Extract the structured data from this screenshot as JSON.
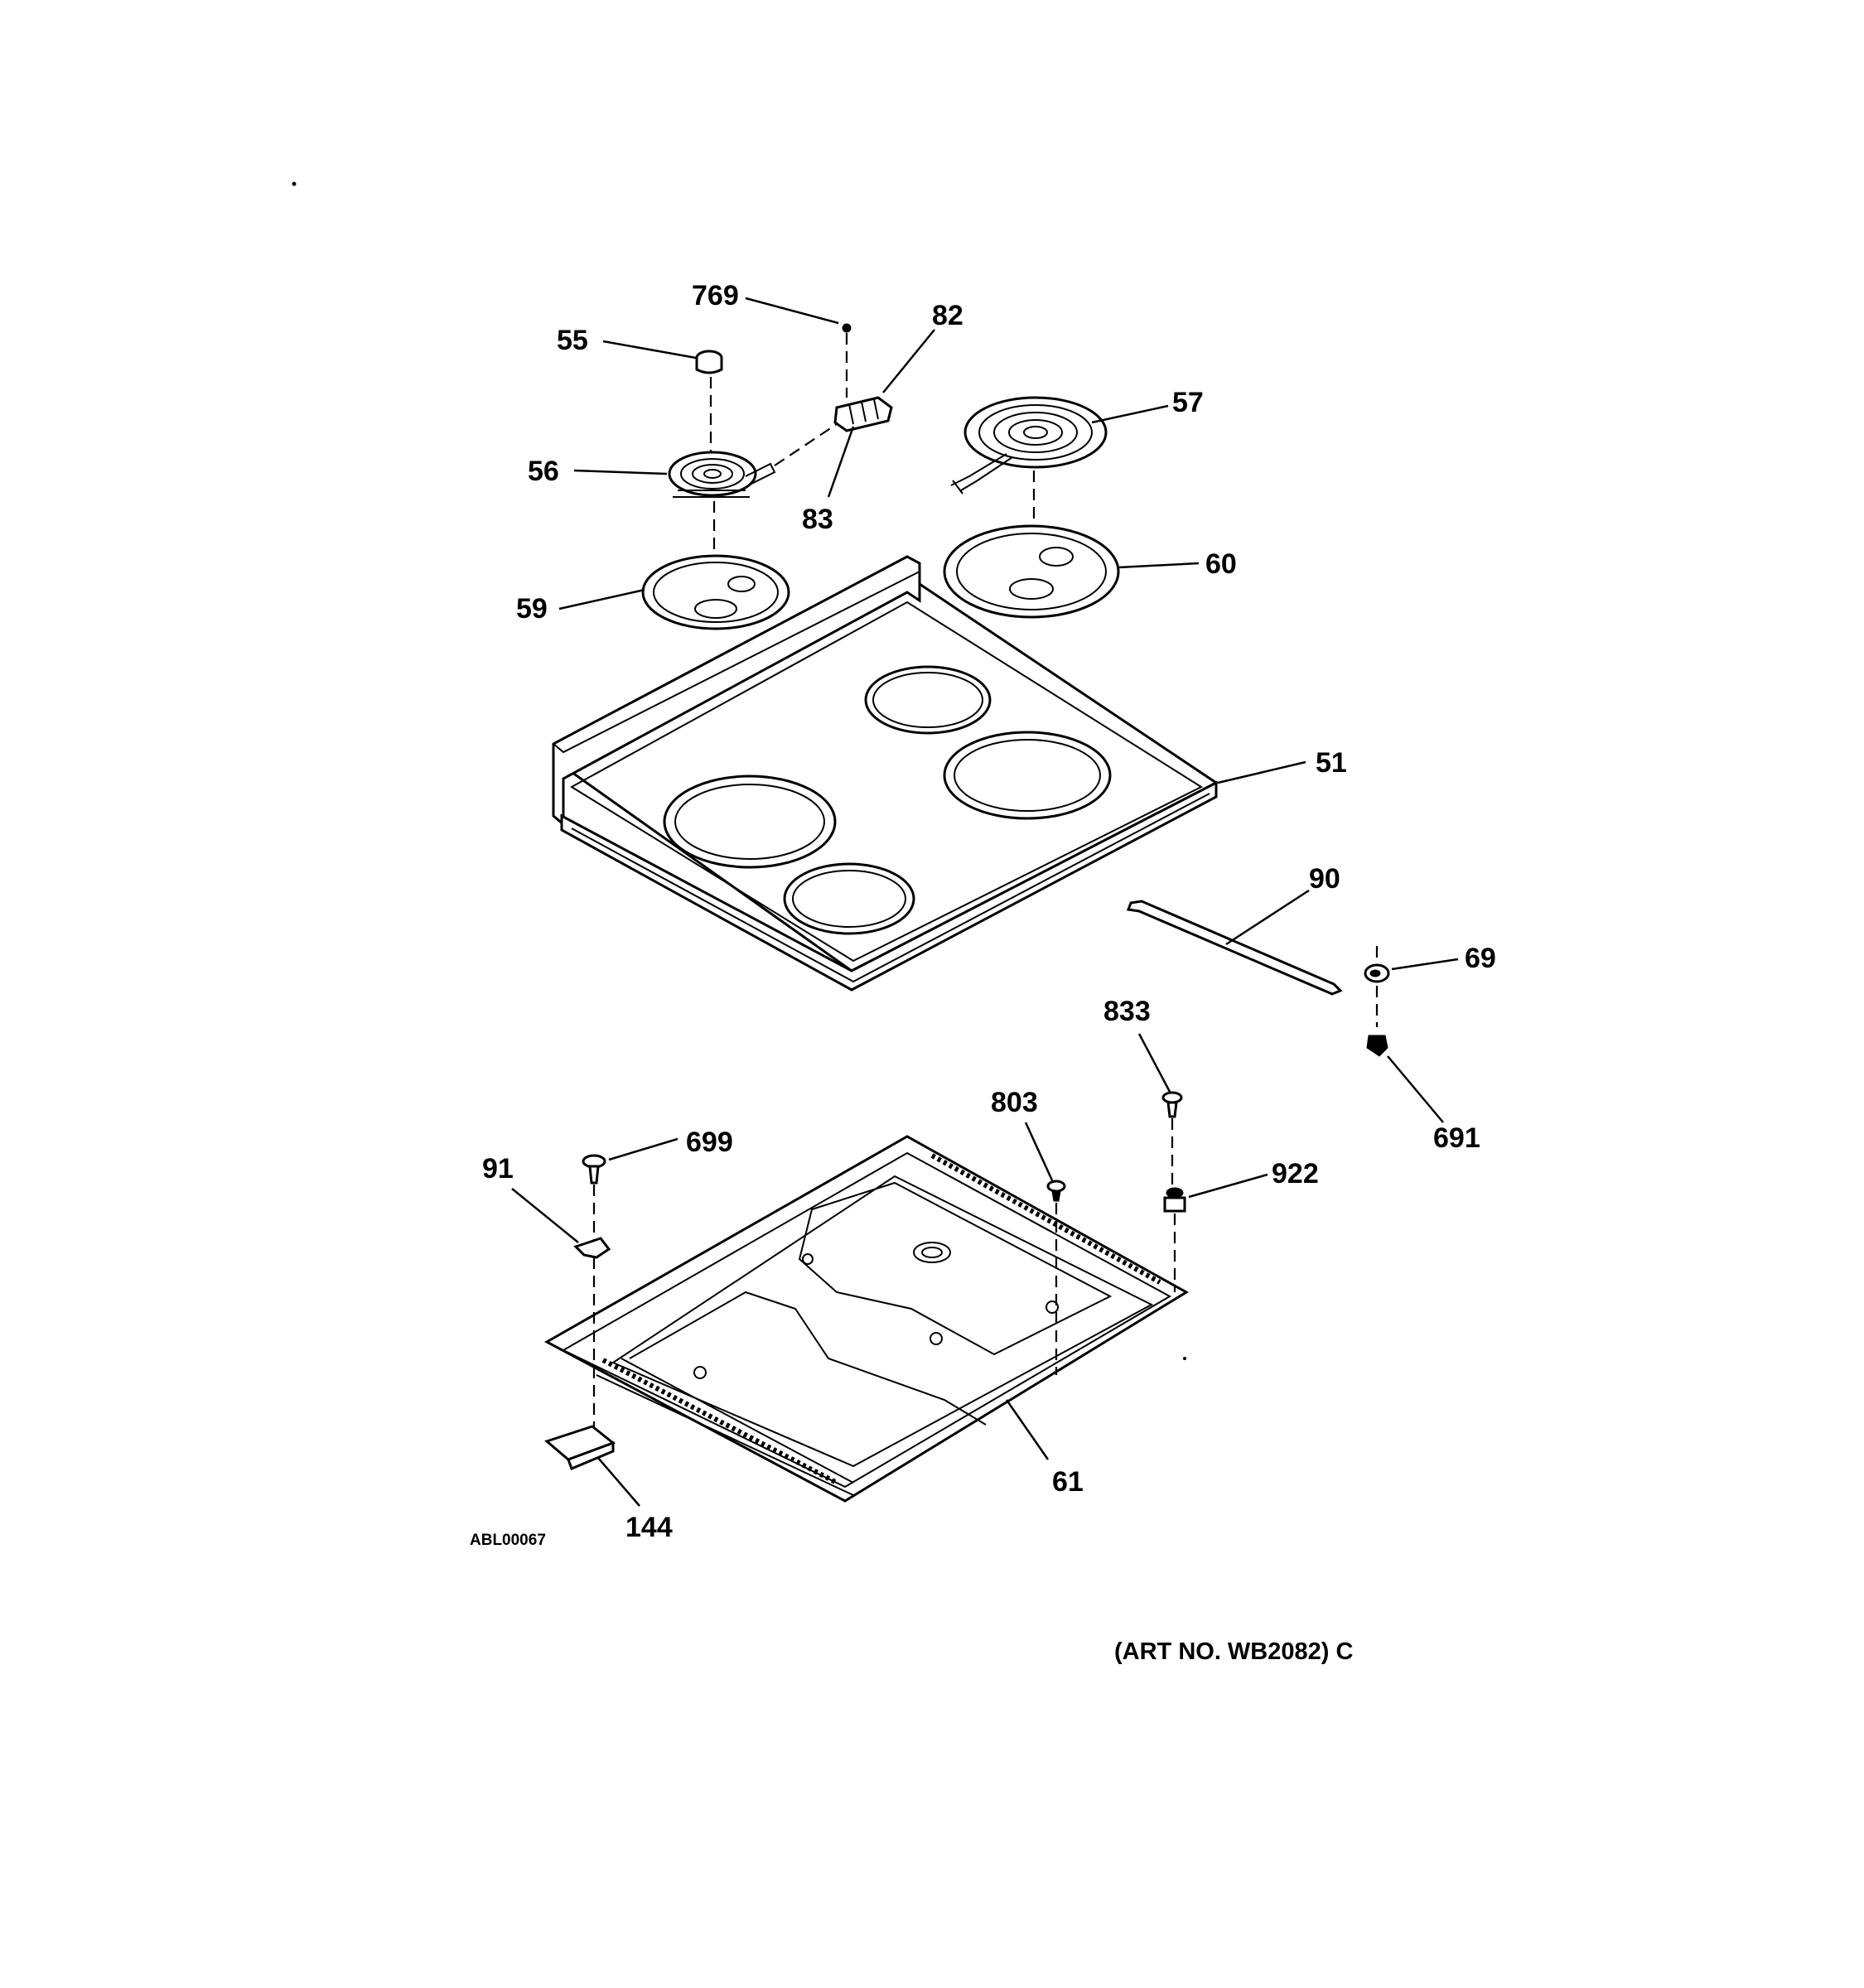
{
  "diagram": {
    "labels": {
      "p769": "769",
      "p55": "55",
      "p82": "82",
      "p57": "57",
      "p56": "56",
      "p83": "83",
      "p60": "60",
      "p59": "59",
      "p51": "51",
      "p90": "90",
      "p69": "69",
      "p833": "833",
      "p691": "691",
      "p803": "803",
      "p699": "699",
      "p91": "91",
      "p922": "922",
      "p61": "61",
      "p144": "144"
    },
    "drawing_code": "ABL00067",
    "art_number": "(ART NO. WB2082) C"
  }
}
